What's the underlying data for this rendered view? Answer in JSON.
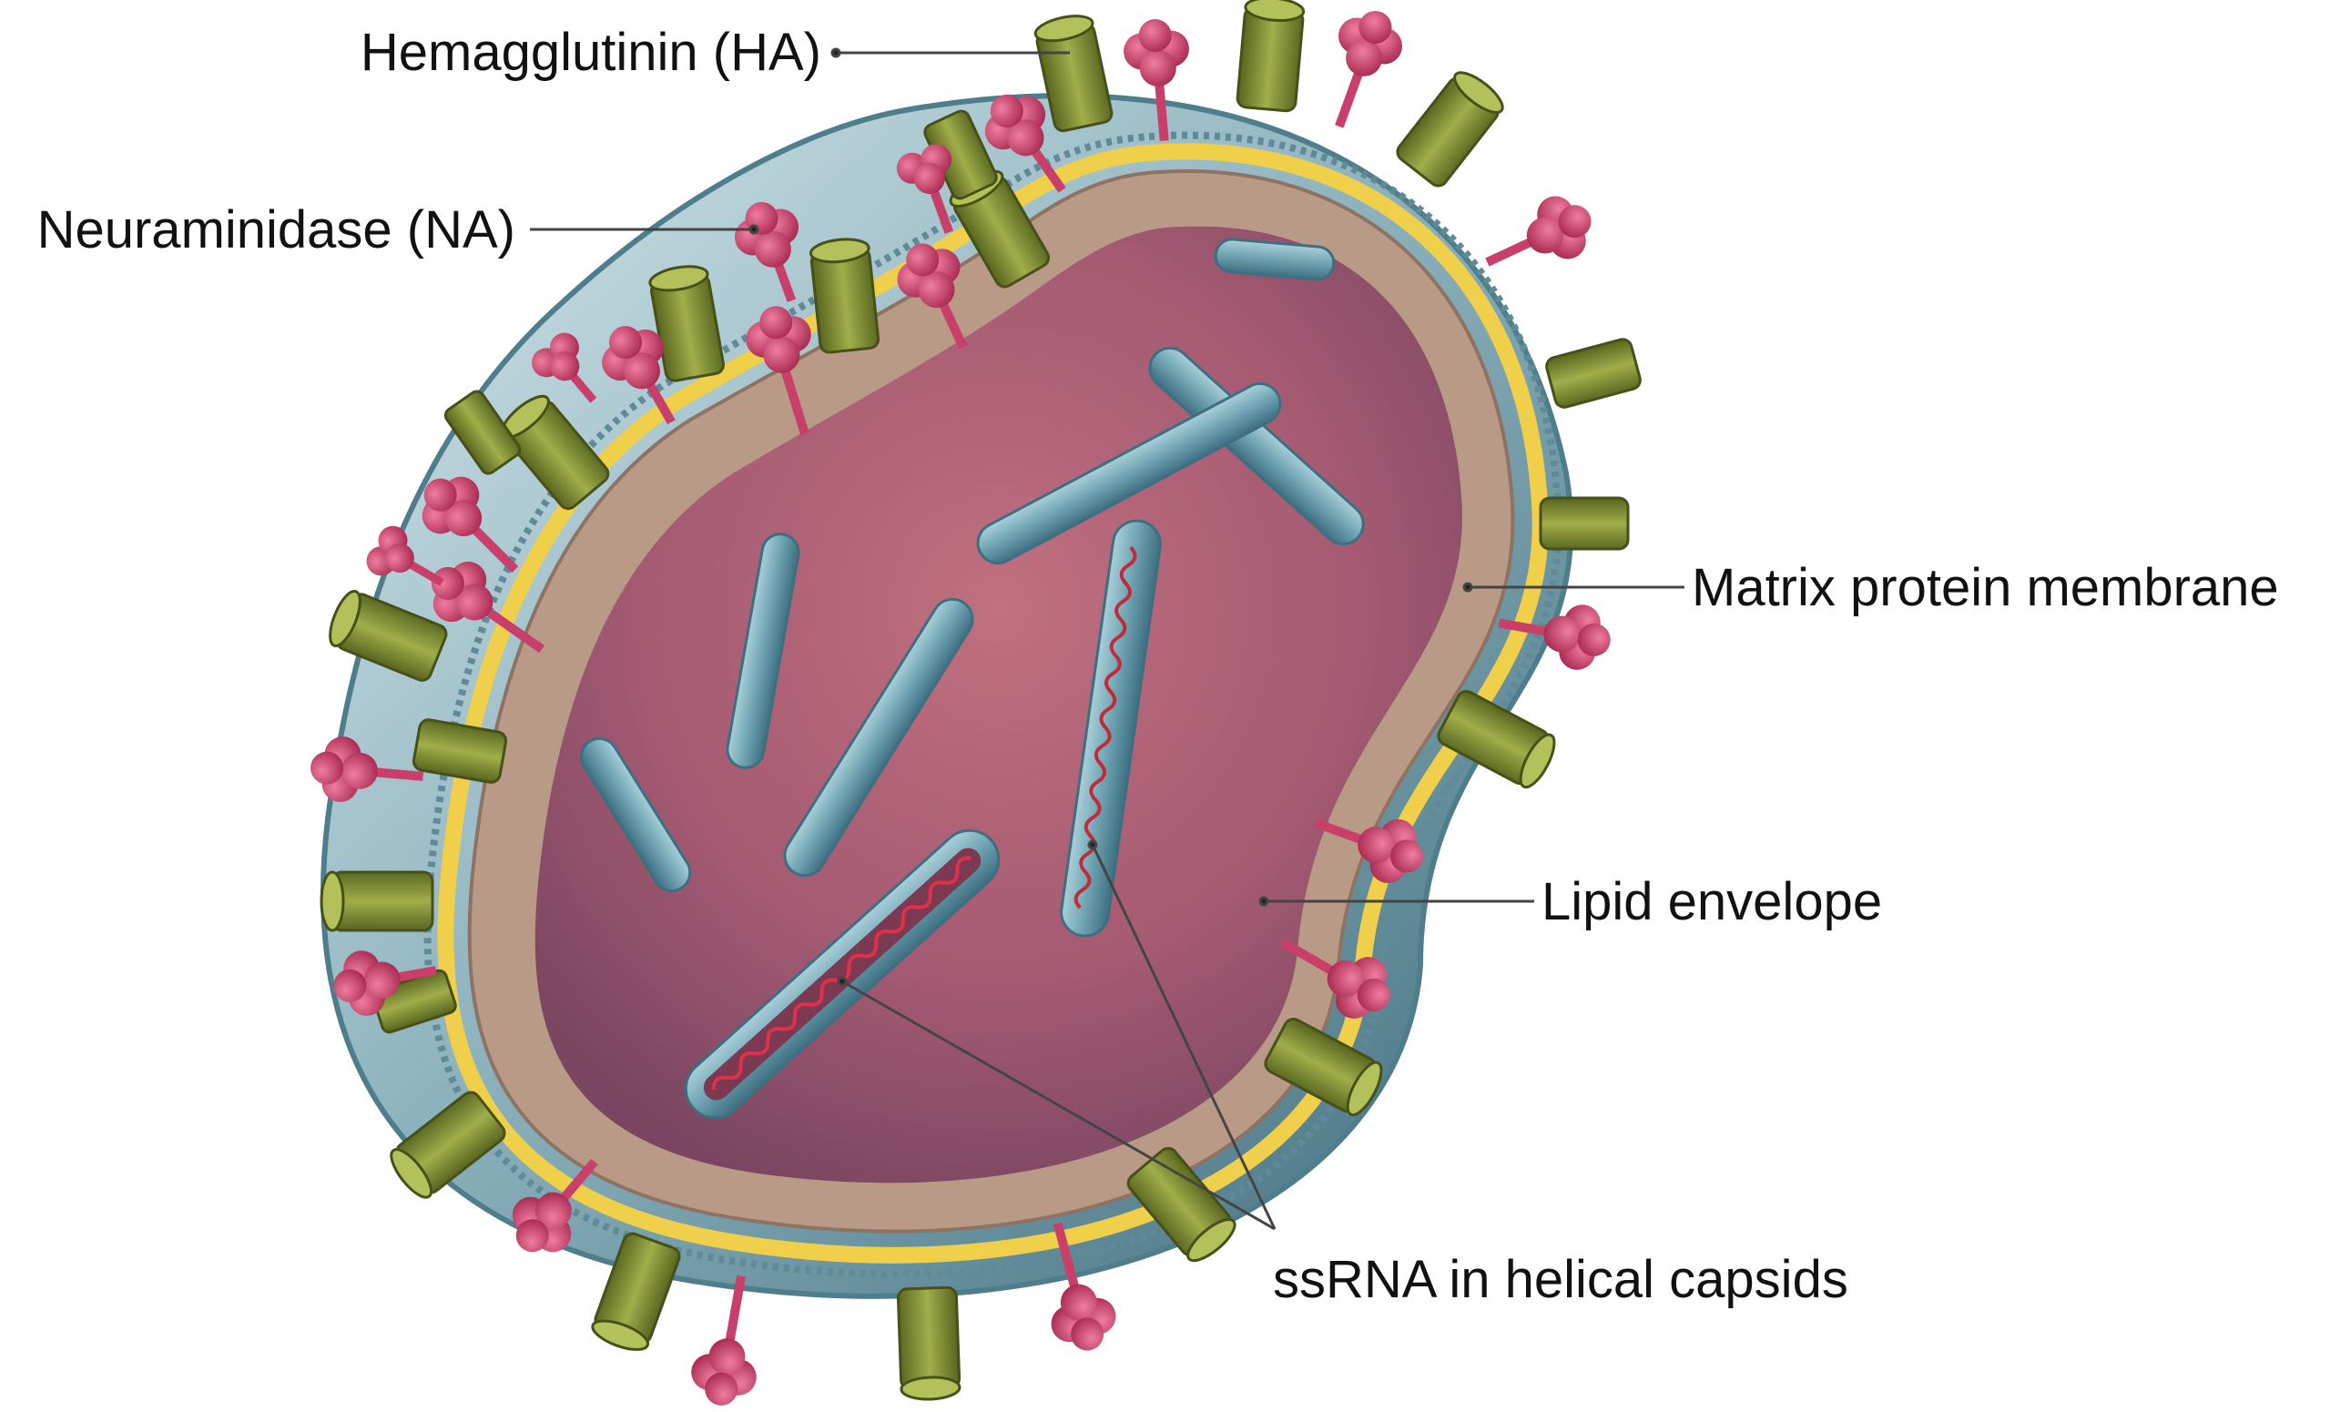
{
  "labels": {
    "hemagglutinin": "Hemagglutinin (HA)",
    "neuraminidase": "Neuraminidase (NA)",
    "matrix": "Matrix protein membrane",
    "lipid": "Lipid envelope",
    "ssrna": "ssRNA in helical capsids"
  },
  "colors": {
    "envelope_outer": "#6f98a6",
    "envelope_light": "#c9dde2",
    "lipid_yellow": "#f0cf4a",
    "matrix_tan": "#b89a86",
    "interior": "#a45a72",
    "capsid": "#6fa3b2",
    "hemagglutinin": "#7c8a32",
    "neuraminidase": "#c8406a",
    "rna": "#c22a3a",
    "leader": "#444444"
  }
}
